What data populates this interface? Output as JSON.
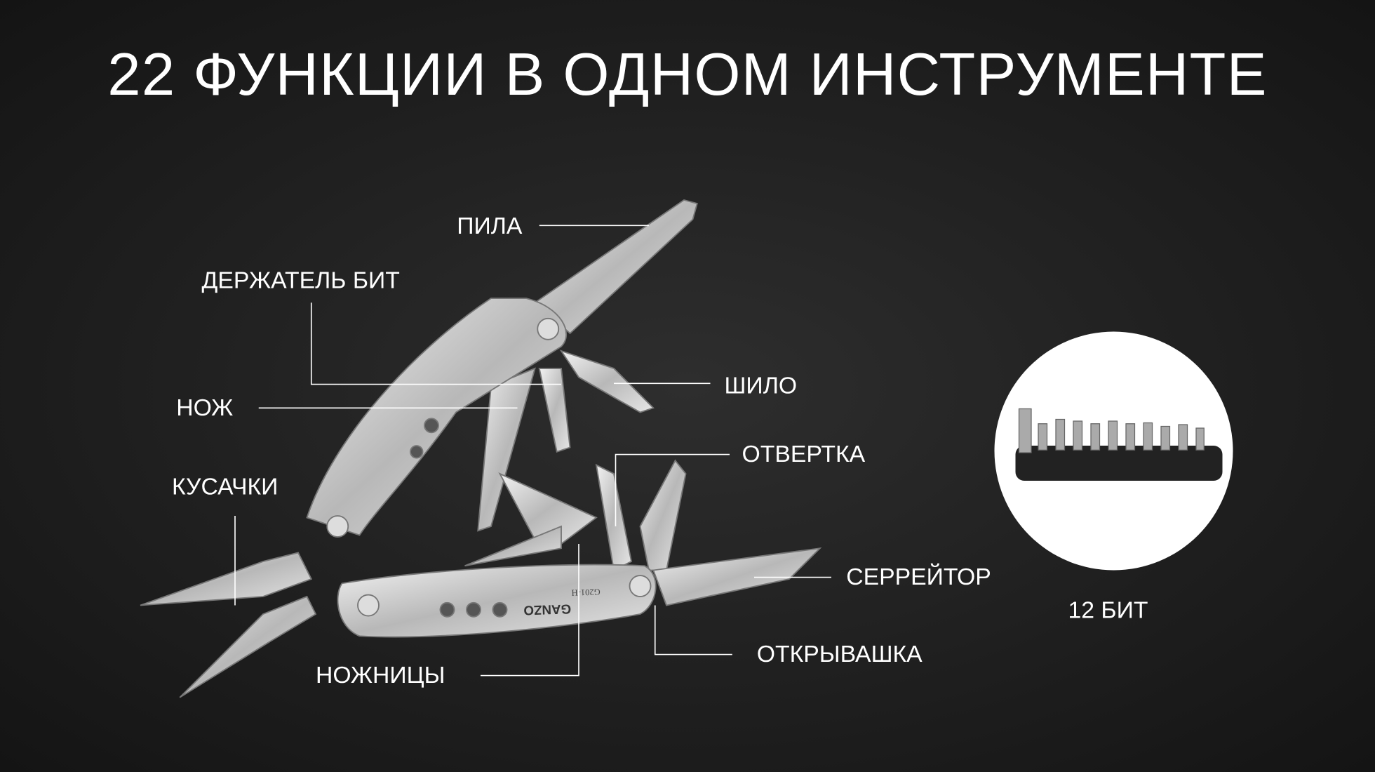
{
  "title": "22 ФУНКЦИИ В ОДНОМ ИНСТРУМЕНТЕ",
  "labels": {
    "saw": "ПИЛА",
    "bit_holder": "ДЕРЖАТЕЛЬ БИТ",
    "knife": "НОЖ",
    "pliers": "КУСАЧКИ",
    "awl": "ШИЛО",
    "screwdriver": "ОТВЕРТКА",
    "serrated": "СЕРРЕЙТОР",
    "opener": "ОТКРЫВАШКА",
    "scissors": "НОЖНИЦЫ"
  },
  "bits_caption": "12 БИТ",
  "brand": "GANZO",
  "model": "G201-H",
  "colors": {
    "background": "#222222",
    "text": "#ffffff",
    "metal": "#c8c8c8"
  }
}
